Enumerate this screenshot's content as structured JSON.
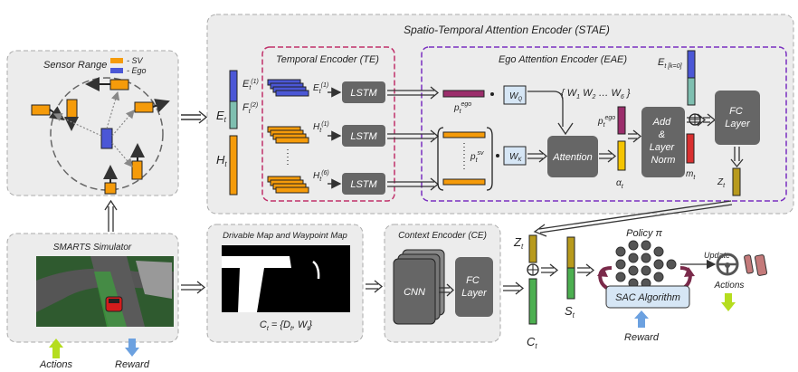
{
  "staE_title": "Spatio-Temporal Attention Encoder (STAE)",
  "te_title": "Temporal Encoder (TE)",
  "eae_title": "Ego Attention Encoder (EAE)",
  "sensor_title": "Sensor Range",
  "legend_sv": "- SV",
  "legend_ego": "- Ego",
  "smarts_title": "SMARTS Simulator",
  "map_title": "Drivable Map and Waypoint Map",
  "ce_title": "Context Encoder (CE)",
  "lstm_label": "LSTM",
  "attention_label": "Attention",
  "add_layer_norm": [
    "Add",
    "&",
    "Layer",
    "Norm"
  ],
  "fc_label": [
    "FC",
    "Layer"
  ],
  "cnn_label": "CNN",
  "sac_label": "SAC Algorithm",
  "policy_label": "Policy π",
  "update_label": "Update",
  "actions_label": "Actions",
  "reward_label": "Reward",
  "symbols": {
    "E_t": "E",
    "H_t": "H",
    "W_Q": "W",
    "W_K": "W",
    "W_set": "{ W",
    "Z_t": "Z",
    "C_t": "C",
    "S_t": "S",
    "m_t": "m",
    "alpha_t": "α",
    "E_k0": "E",
    "map_eq": "C  = {D , W }"
  },
  "colors": {
    "orange": "#f59b0a",
    "blue": "#4b57d6",
    "teal": "#7fbfb0",
    "green": "#4caf50",
    "purple": "#9b2d6b",
    "red": "#d93030",
    "yellow": "#f5c400",
    "olive": "#b89a1c",
    "dark_box": "#666666",
    "panel": "#e8e8e8",
    "light_blue": "#d6e6f5"
  }
}
